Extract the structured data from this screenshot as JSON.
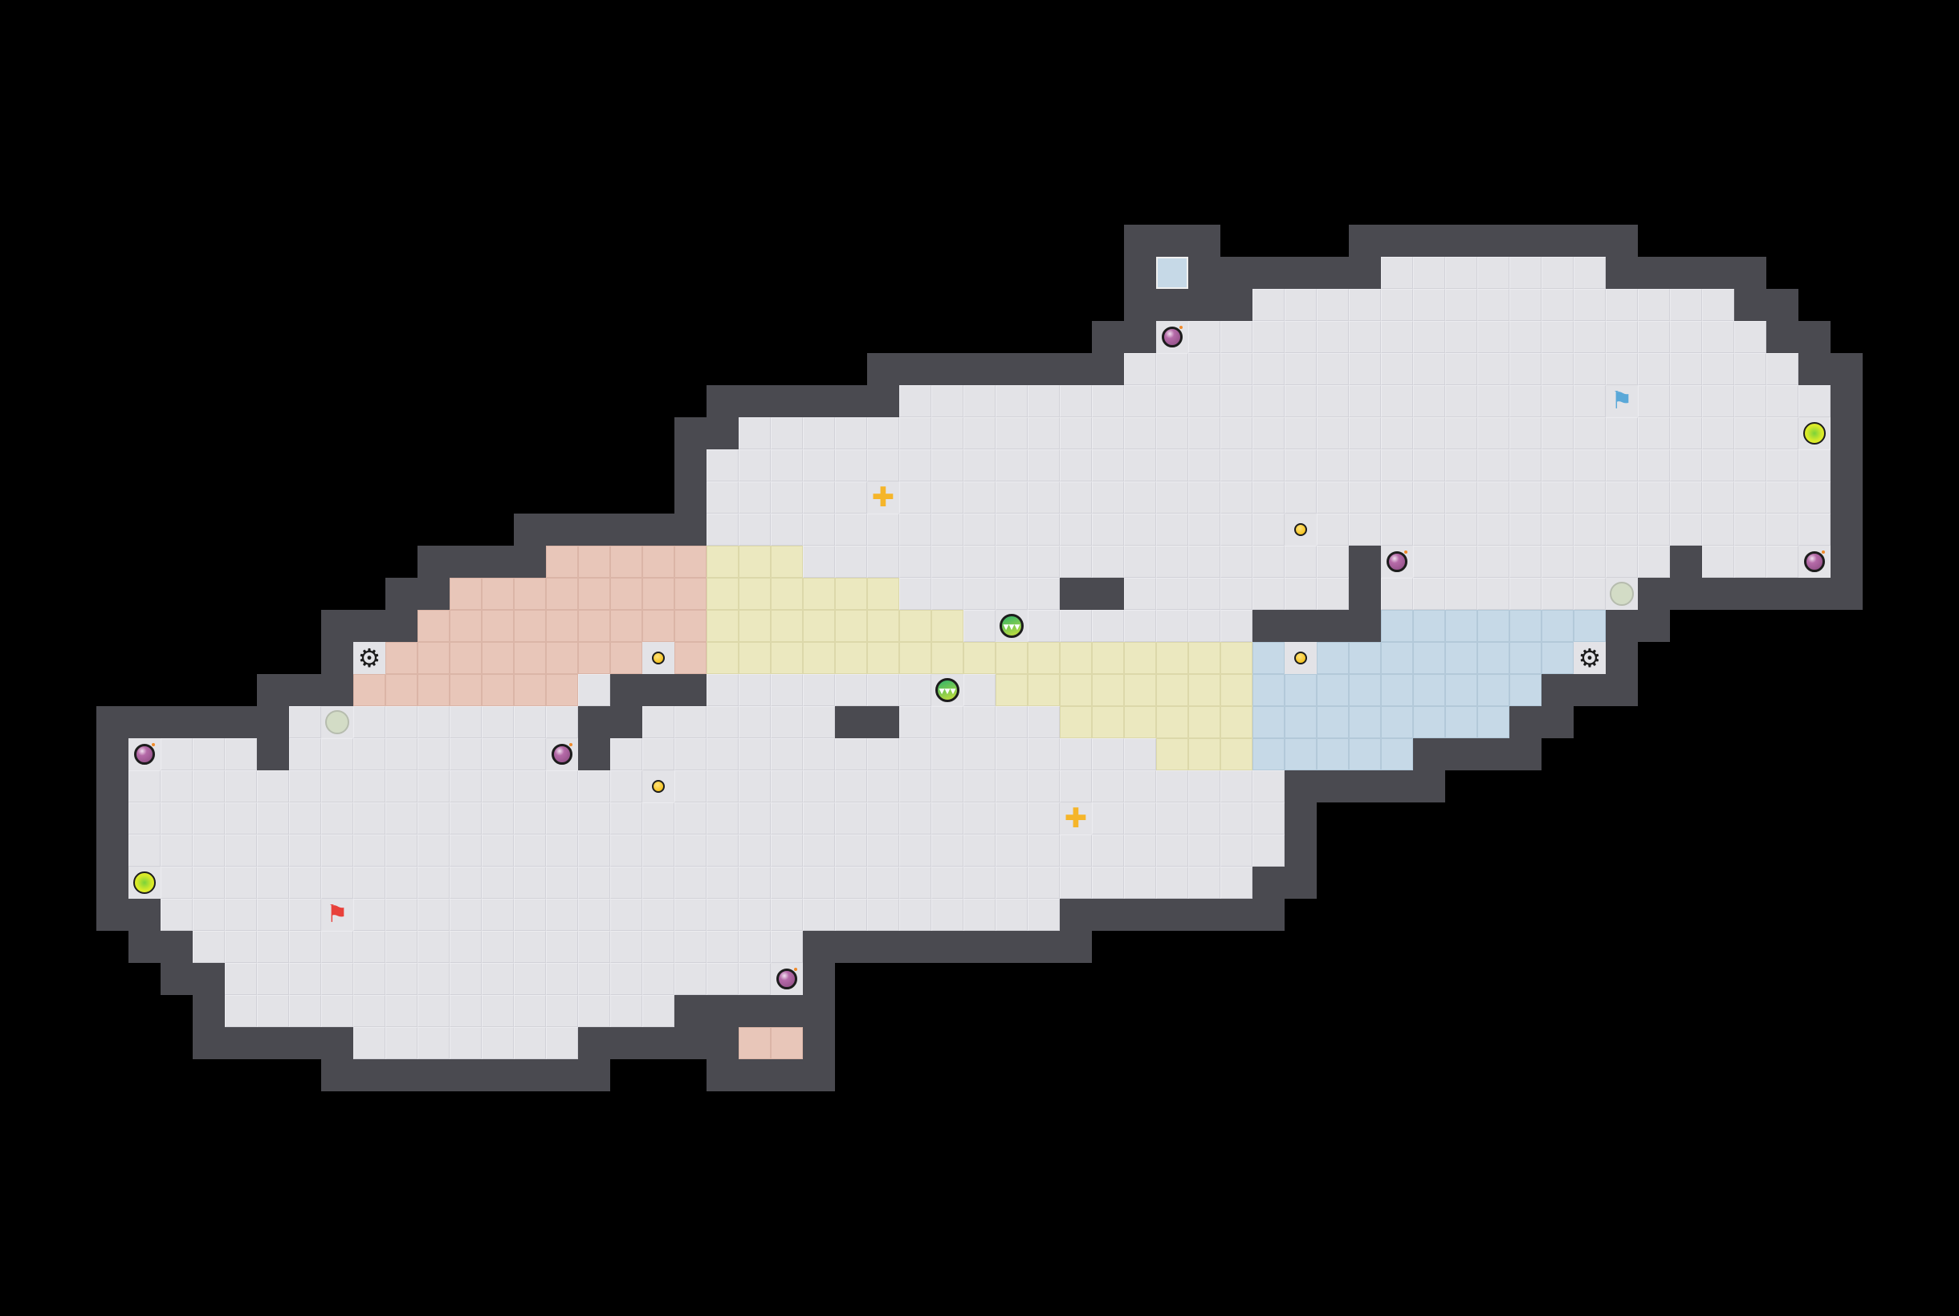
{
  "level": {
    "tile_legend": {
      "f": "floor",
      "r": "red-zone",
      "y": "yellow-zone",
      "b": "blue-zone",
      "B": "blue-pad"
    },
    "colors": {
      "wall": "#4a4a50",
      "floor": "#e3e3e7",
      "red_zone": "#e8c6b9",
      "yellow_zone": "#ebe8bf",
      "blue_zone": "#c6d9e7",
      "void": "#000000"
    },
    "segments": [
      [
        0,
        32,
        32,
        "B"
      ],
      [
        0,
        39,
        45,
        "f"
      ],
      [
        1,
        35,
        49,
        "f"
      ],
      [
        2,
        32,
        50,
        "f"
      ],
      [
        3,
        31,
        51,
        "f"
      ],
      [
        4,
        24,
        52,
        "f"
      ],
      [
        5,
        19,
        52,
        "f"
      ],
      [
        6,
        18,
        52,
        "f"
      ],
      [
        7,
        18,
        52,
        "f"
      ],
      [
        8,
        18,
        52,
        "f"
      ],
      [
        9,
        13,
        17,
        "r"
      ],
      [
        9,
        18,
        20,
        "y"
      ],
      [
        9,
        21,
        37,
        "f"
      ],
      [
        9,
        39,
        47,
        "f"
      ],
      [
        9,
        49,
        52,
        "f"
      ],
      [
        10,
        10,
        17,
        "r"
      ],
      [
        10,
        18,
        23,
        "y"
      ],
      [
        10,
        24,
        28,
        "f"
      ],
      [
        10,
        31,
        37,
        "f"
      ],
      [
        10,
        39,
        46,
        "f"
      ],
      [
        11,
        9,
        17,
        "r"
      ],
      [
        11,
        18,
        25,
        "y"
      ],
      [
        11,
        26,
        34,
        "f"
      ],
      [
        11,
        39,
        45,
        "b"
      ],
      [
        12,
        7,
        7,
        "f"
      ],
      [
        12,
        8,
        15,
        "r"
      ],
      [
        12,
        16,
        16,
        "f"
      ],
      [
        12,
        17,
        17,
        "r"
      ],
      [
        12,
        18,
        34,
        "y"
      ],
      [
        12,
        35,
        44,
        "b"
      ],
      [
        12,
        45,
        45,
        "f"
      ],
      [
        13,
        7,
        13,
        "r"
      ],
      [
        13,
        14,
        14,
        "f"
      ],
      [
        13,
        18,
        26,
        "f"
      ],
      [
        13,
        27,
        34,
        "y"
      ],
      [
        13,
        35,
        43,
        "b"
      ],
      [
        14,
        5,
        13,
        "f"
      ],
      [
        14,
        16,
        21,
        "f"
      ],
      [
        14,
        24,
        28,
        "f"
      ],
      [
        14,
        29,
        34,
        "y"
      ],
      [
        14,
        35,
        42,
        "b"
      ],
      [
        15,
        0,
        3,
        "f"
      ],
      [
        15,
        5,
        13,
        "f"
      ],
      [
        15,
        15,
        31,
        "f"
      ],
      [
        15,
        32,
        34,
        "y"
      ],
      [
        15,
        35,
        39,
        "b"
      ],
      [
        16,
        0,
        35,
        "f"
      ],
      [
        17,
        0,
        35,
        "f"
      ],
      [
        18,
        0,
        35,
        "f"
      ],
      [
        19,
        0,
        34,
        "f"
      ],
      [
        20,
        1,
        28,
        "f"
      ],
      [
        21,
        2,
        20,
        "f"
      ],
      [
        22,
        3,
        20,
        "f"
      ],
      [
        23,
        3,
        16,
        "f"
      ],
      [
        24,
        7,
        13,
        "f"
      ],
      [
        24,
        19,
        20,
        "r"
      ]
    ],
    "items": [
      {
        "type": "bomb",
        "icon": "bomb-icon",
        "row": 2,
        "col": 32
      },
      {
        "type": "bomb",
        "icon": "bomb-icon",
        "row": 9,
        "col": 39
      },
      {
        "type": "bomb",
        "icon": "bomb-icon",
        "row": 9,
        "col": 52
      },
      {
        "type": "bomb",
        "icon": "bomb-icon",
        "row": 15,
        "col": 0
      },
      {
        "type": "bomb",
        "icon": "bomb-icon",
        "row": 15,
        "col": 13
      },
      {
        "type": "bomb",
        "icon": "bomb-icon",
        "row": 22,
        "col": 20
      },
      {
        "type": "orb",
        "icon": "green-orb-icon",
        "row": 5,
        "col": 52
      },
      {
        "type": "orb",
        "icon": "green-orb-icon",
        "row": 19,
        "col": 0
      },
      {
        "type": "pale",
        "icon": "pressure-plate-icon",
        "row": 10,
        "col": 46
      },
      {
        "type": "pale",
        "icon": "pressure-plate-icon",
        "row": 14,
        "col": 6
      },
      {
        "type": "gear",
        "icon": "gear-icon",
        "row": 12,
        "col": 7
      },
      {
        "type": "gear",
        "icon": "gear-icon",
        "row": 12,
        "col": 45
      },
      {
        "type": "coin",
        "icon": "coin-icon",
        "row": 8,
        "col": 36
      },
      {
        "type": "coin",
        "icon": "coin-icon",
        "row": 12,
        "col": 36
      },
      {
        "type": "coin",
        "icon": "coin-icon",
        "row": 12,
        "col": 16
      },
      {
        "type": "coin",
        "icon": "coin-icon",
        "row": 16,
        "col": 16
      },
      {
        "type": "cross",
        "icon": "move-cross-icon",
        "row": 7,
        "col": 23
      },
      {
        "type": "cross",
        "icon": "move-cross-icon",
        "row": 17,
        "col": 29
      },
      {
        "type": "striped",
        "icon": "striped-ball-icon",
        "row": 11,
        "col": 27
      },
      {
        "type": "striped",
        "icon": "striped-ball-icon",
        "row": 13,
        "col": 25
      },
      {
        "type": "flag-red",
        "icon": "red-flag-icon",
        "row": 20,
        "col": 6,
        "color": "#e8403a"
      },
      {
        "type": "flag-blue",
        "icon": "blue-flag-icon",
        "row": 4,
        "col": 46,
        "color": "#5aa8d8"
      }
    ]
  }
}
